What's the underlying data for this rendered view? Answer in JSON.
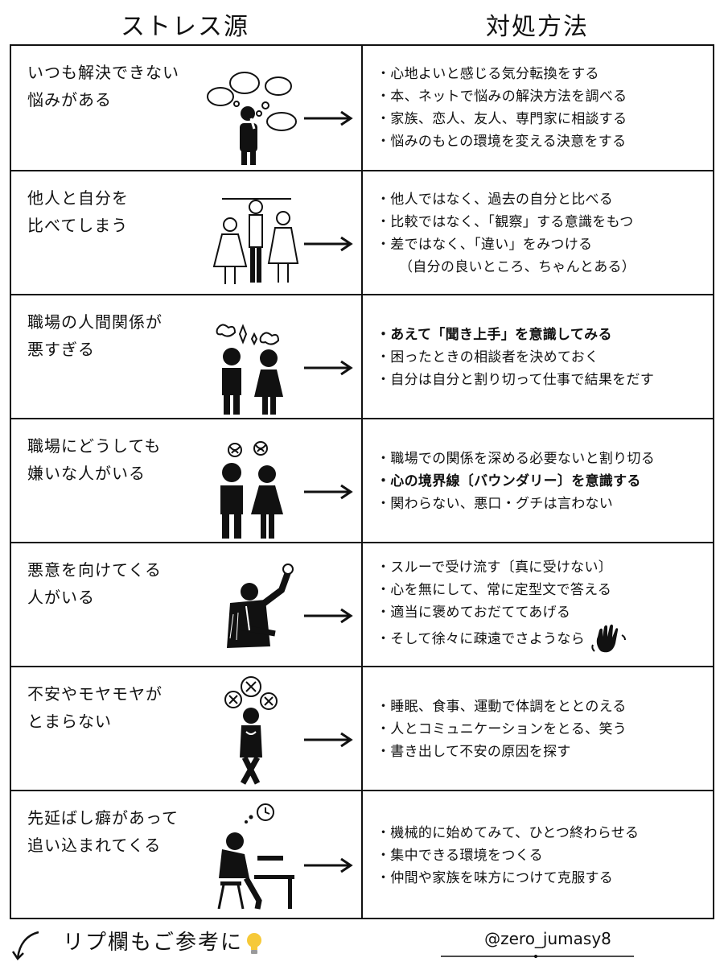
{
  "header": {
    "left_title": "ストレス源",
    "right_title": "対処方法"
  },
  "rows": [
    {
      "problem": "いつも解決できない\n悩みがある",
      "icon": "thinking-person-icon",
      "solutions": [
        "・心地よいと感じる気分転換をする",
        "・本、ネットで悩みの解決方法を調べる",
        "・家族、恋人、友人、専門家に相談する",
        "・悩みのもとの環境を変える決意をする"
      ]
    },
    {
      "problem": "他人と自分を\n比べてしまう",
      "icon": "comparing-children-icon",
      "solutions": [
        "・他人ではなく、過去の自分と比べる",
        "・比較ではなく、「観察」する意識をもつ",
        "・差ではなく、「違い」をみつける",
        "（自分の良いところ、ちゃんとある）"
      ]
    },
    {
      "problem": "職場の人間関係が\n悪すぎる",
      "icon": "angry-coworkers-icon",
      "solutions": [
        "・あえて「聞き上手」を意識してみる",
        "・困ったときの相談者を決めておく",
        "・自分は自分と割り切って仕事で結果をだす"
      ]
    },
    {
      "problem": "職場にどうしても\n嫌いな人がいる",
      "icon": "frustrated-coworkers-icon",
      "solutions": [
        "・職場での関係を深める必要ないと割り切る",
        "・心の境界線〔バウンダリー〕を意識する",
        "・関わらない、悪口・グチは言わない"
      ]
    },
    {
      "problem": "悪意を向けてくる\n人がいる",
      "icon": "shouting-man-icon",
      "solutions": [
        "・スルーで受け流す〔真に受けない〕",
        "・心を無にして、常に定型文で答える",
        "・適当に褒めておだててあげる",
        "・そして徐々に疎遠でさようなら"
      ]
    },
    {
      "problem": "不安やモヤモヤが\nとまらない",
      "icon": "anxious-person-icon",
      "solutions": [
        "・睡眠、食事、運動で体調をととのえる",
        "・人とコミュニケーションをとる、笑う",
        "・書き出して不安の原因を探す"
      ]
    },
    {
      "problem": "先延ばし癖があって\n追い込まれてくる",
      "icon": "procrastinating-worker-icon",
      "solutions": [
        "・機械的に始めてみて、ひとつ終わらせる",
        "・集中できる環境をつくる",
        "・仲間や家族を味方につけて克服する"
      ]
    }
  ],
  "footer": {
    "text": "リプ欄もご参考に",
    "handle": "@zero_jumasy8"
  }
}
